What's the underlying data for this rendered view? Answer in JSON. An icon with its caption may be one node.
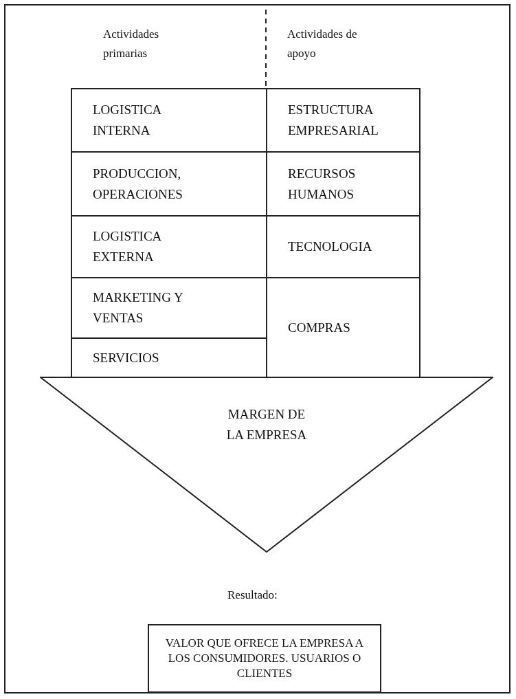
{
  "diagram": {
    "nodes": [
      {
        "text": [
          "LOGISTICA INTERNA"
        ]
      },
      {
        "text": [
          "ESTRUCTURA EMPRESARIAL"
        ]
      },
      {
        "text": [
          "PRODUCCION, OPERACIONES"
        ]
      },
      {
        "text": [
          "RECURSOS HUMANOS"
        ]
      },
      {
        "text": [
          "LOGISTICA EXTERNA"
        ]
      },
      {
        "text": [
          "TECNOLOGIA"
        ]
      },
      {
        "text": [
          "MARKETING Y VENTAS"
        ]
      },
      {
        "text": [
          "COMPRAS"
        ]
      },
      {
        "text": [
          "SERVICIOS"
        ]
      },
      {
        "text": [
          "MARGEN DE LA EMPRESA"
        ]
      },
      {
        "text": [
          "VALOR QUE OFRECE LA EMPRESA A LOS CONSUMIDORES. USUARIOS O CLIENTES"
        ]
      }
    ],
    "edges": [],
    "labels": [
      "Actividades primarias",
      "Actividades de apoyo",
      "Resultado:"
    ]
  }
}
